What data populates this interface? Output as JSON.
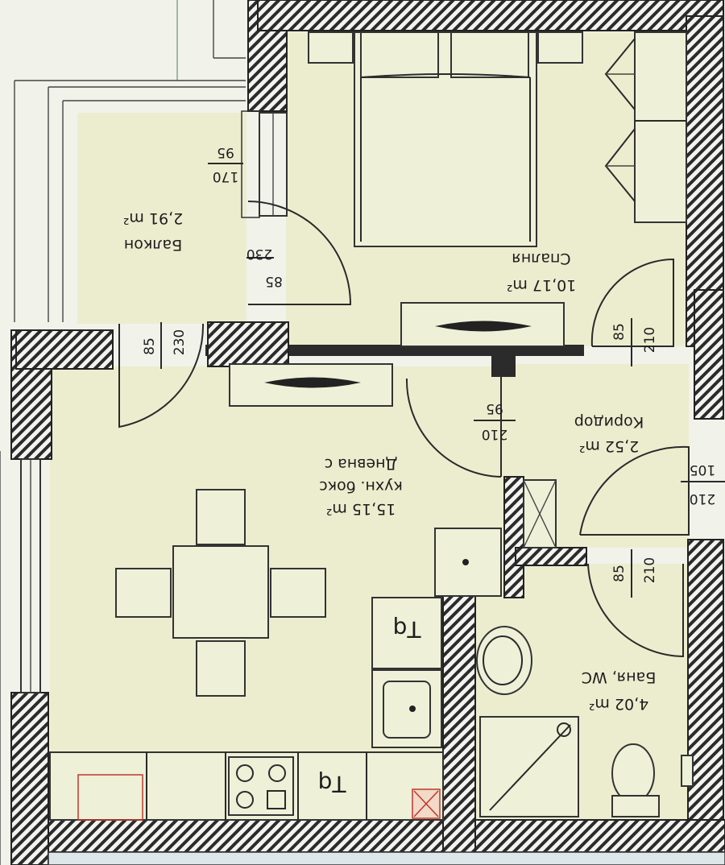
{
  "rooms": [
    {
      "id": "balcony",
      "name": "Балкон",
      "area": "2,91 m²"
    },
    {
      "id": "bedroom",
      "name": "Спалня",
      "area": "10,17 m²"
    },
    {
      "id": "living",
      "name_line1": "Дневна с",
      "name_line2": "кухн. бокс",
      "area": "15,15 m²"
    },
    {
      "id": "corridor",
      "name": "Коридор",
      "area": "2,52 m²"
    },
    {
      "id": "bathroom",
      "name": "Баня, WC",
      "area": "4,02 m²"
    }
  ],
  "openings": [
    {
      "id": "bedroom-window",
      "width": "95",
      "height": "170"
    },
    {
      "id": "balcony-door",
      "width": "85",
      "height": "230"
    },
    {
      "id": "living-balcony-door",
      "width": "85",
      "height": "230"
    },
    {
      "id": "bedroom-door",
      "width": "85",
      "height": "210"
    },
    {
      "id": "living-door",
      "width": "95",
      "height": "210"
    },
    {
      "id": "entrance-door",
      "width": "105",
      "height": "210"
    },
    {
      "id": "bathroom-door",
      "width": "85",
      "height": "210"
    }
  ],
  "colors": {
    "floor": "#ecedcf",
    "wall": "#2b2b2b",
    "background": "#f1f2ea"
  }
}
